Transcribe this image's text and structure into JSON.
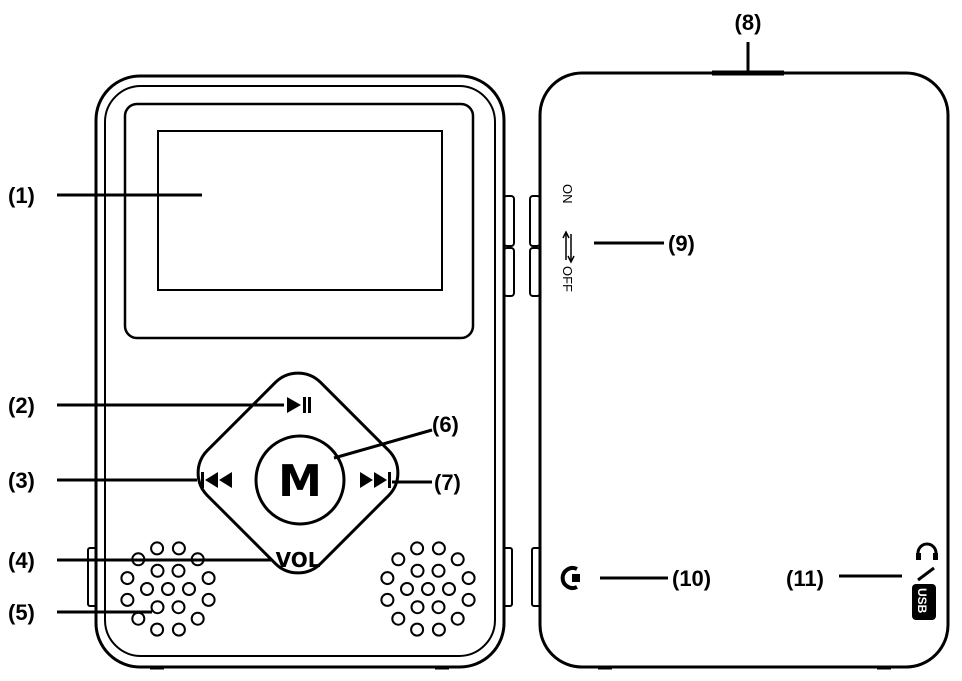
{
  "callouts": {
    "c1": "(1)",
    "c2": "(2)",
    "c3": "(3)",
    "c4": "(4)",
    "c5": "(5)",
    "c6": "(6)",
    "c7": "(7)",
    "c8": "(8)",
    "c9": "(9)",
    "c10": "(10)",
    "c11": "(11)"
  },
  "device": {
    "menu_label": "M",
    "vol_label": "VOL",
    "switch_on": "ON",
    "switch_off": "OFF",
    "usb_label": "USB"
  },
  "icons": {
    "play_pause": "play-pause-icon",
    "previous": "previous-track-icon",
    "next": "next-track-icon",
    "headphone": "headphone-jack-icon",
    "usb": "usb-port-icon"
  },
  "colors": {
    "line": "#000000",
    "background": "#ffffff"
  }
}
